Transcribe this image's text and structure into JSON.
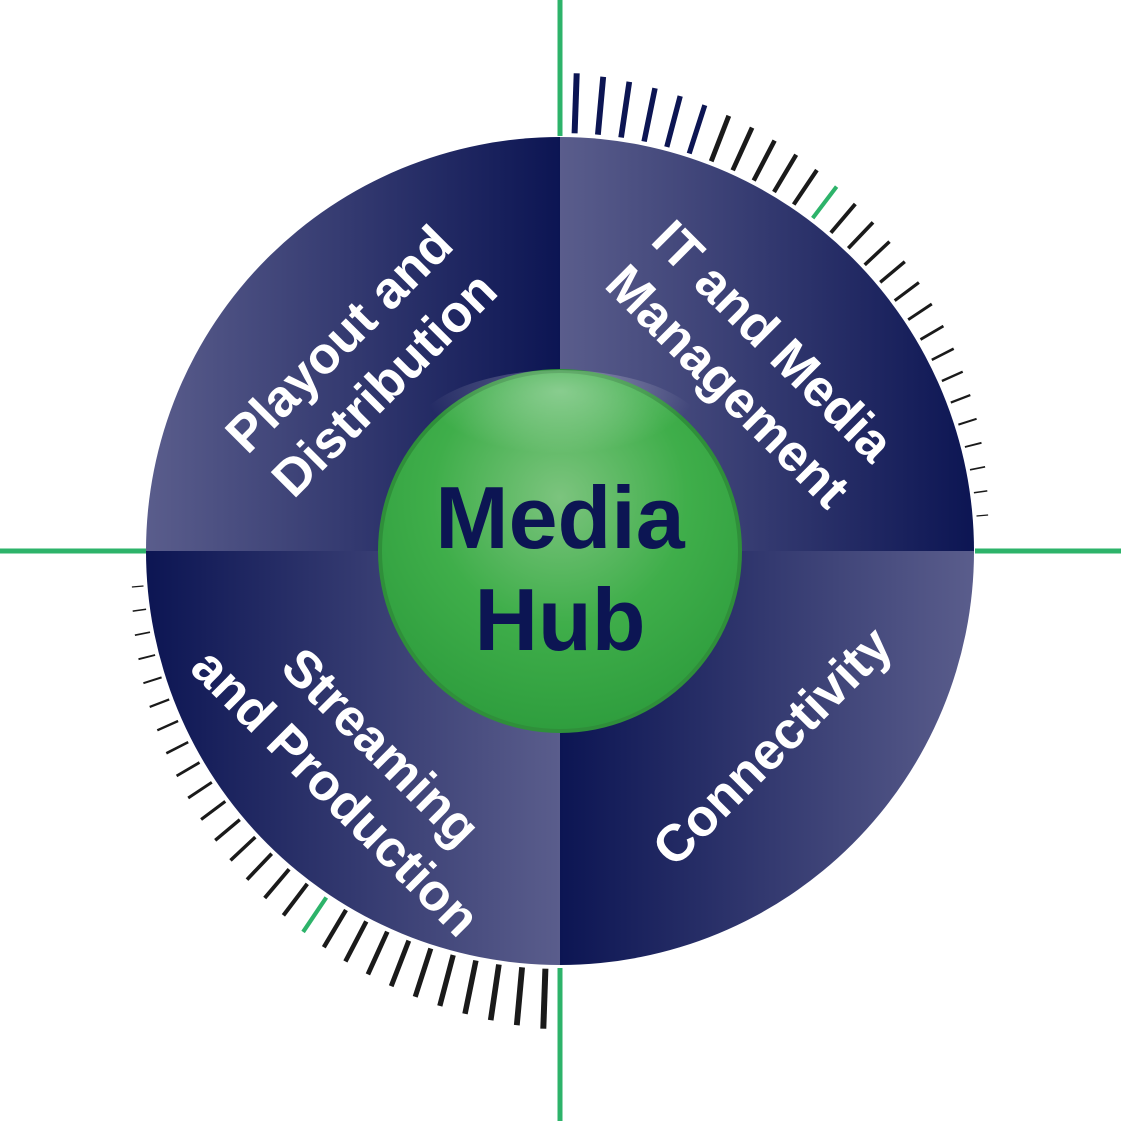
{
  "diagram": {
    "center": {
      "line1": "Media",
      "line2": "Hub"
    },
    "quadrants": [
      {
        "id": "top-left",
        "line1": "Playout and",
        "line2": "Distribution"
      },
      {
        "id": "top-right",
        "line1": "IT and Media",
        "line2": "Management"
      },
      {
        "id": "bottom-right",
        "line1": "Connectivity",
        "line2": ""
      },
      {
        "id": "bottom-left",
        "line1": "Streaming",
        "line2": "and Production"
      }
    ],
    "colors": {
      "navy_dark": "#0c1553",
      "navy_light": "#575a8a",
      "green_line": "#2db36a",
      "green_hub": "#3aa849",
      "ticks_dark": "#1a1a1a",
      "ticks_navy": "#0c1553"
    }
  }
}
